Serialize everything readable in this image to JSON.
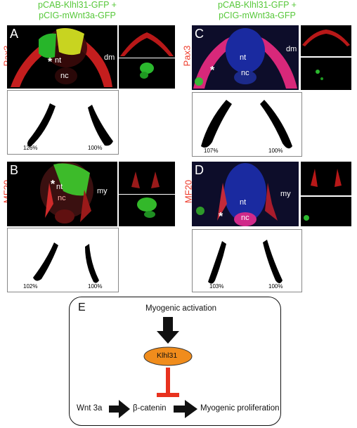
{
  "headers": {
    "left": [
      "pCAB-Klhl31-GFP +",
      "pCIG-mWnt3a-GFP"
    ],
    "right": [
      "pCAB-Klhl31-GFP +",
      "pCIG-mWnt3a-GFP"
    ]
  },
  "stains": {
    "top": "Pax3",
    "bottom": "MF20"
  },
  "panels": {
    "A": {
      "letter": "A",
      "nt": "nt",
      "nc": "nc",
      "side": "dm",
      "star": "*",
      "pct_left": "126%",
      "pct_right": "100%"
    },
    "B": {
      "letter": "B",
      "nt": "nt",
      "nc": "nc",
      "side": "my",
      "star": "*",
      "pct_left": "102%",
      "pct_right": "100%"
    },
    "C": {
      "letter": "C",
      "nt": "nt",
      "nc": "nc",
      "side": "dm",
      "star": "*",
      "pct_left": "107%",
      "pct_right": "100%"
    },
    "D": {
      "letter": "D",
      "nt": "nt",
      "nc": "nc",
      "side": "my",
      "star": "*",
      "pct_left": "103%",
      "pct_right": "100%"
    }
  },
  "diagram": {
    "letter": "E",
    "myogenic_activation": "Myogenic activation",
    "klhl31": "Klhl31",
    "wnt3a": "Wnt 3a",
    "beta_catenin": "β-catenin",
    "myogenic_proliferation": "Myogenic proliferation",
    "colors": {
      "klhl31_fill": "#f08c1c",
      "inhibit": "#e8321e",
      "arrow": "#111111"
    }
  }
}
